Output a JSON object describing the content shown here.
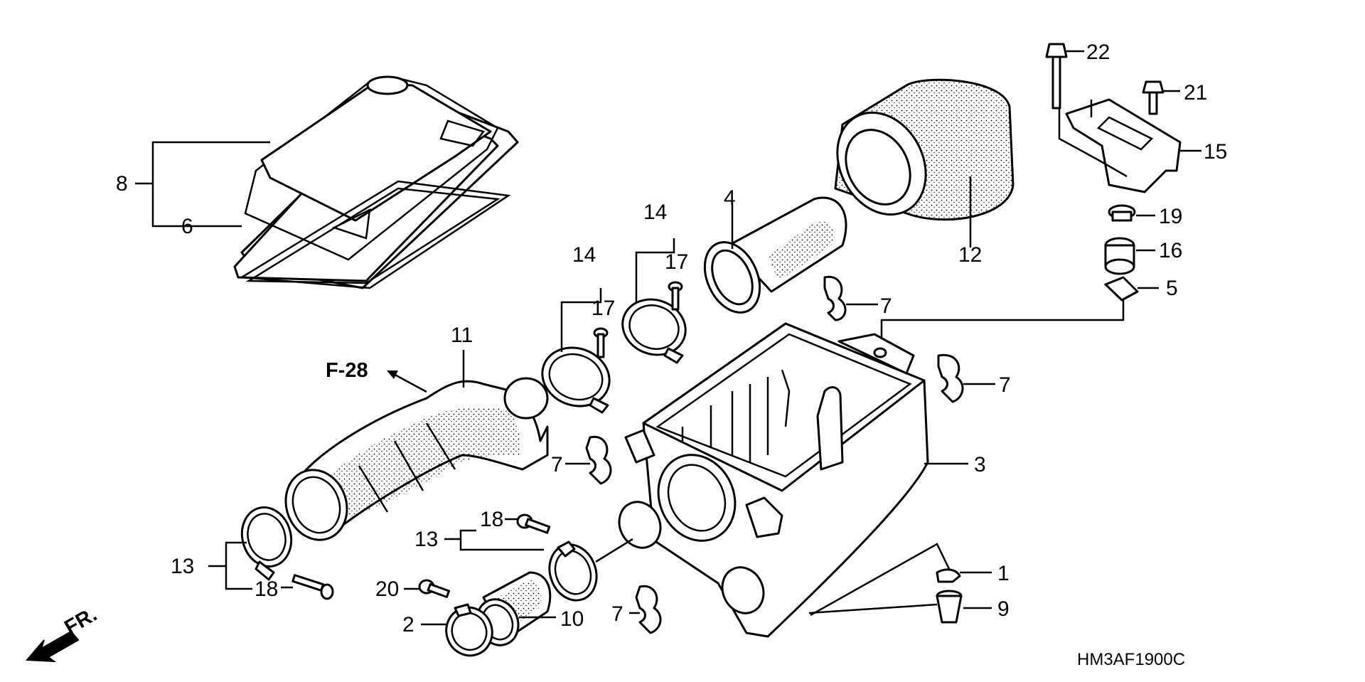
{
  "labels": {
    "l1": "1",
    "l2": "2",
    "l3": "3",
    "l4": "4",
    "l5": "5",
    "l6": "6",
    "l7a": "7",
    "l7b": "7",
    "l7c": "7",
    "l7d": "7",
    "l8": "8",
    "l9": "9",
    "l10": "10",
    "l11": "11",
    "l12": "12",
    "l13a": "13",
    "l13b": "13",
    "l14a": "14",
    "l14b": "14",
    "l15": "15",
    "l16": "16",
    "l17a": "17",
    "l17b": "17",
    "l18a": "18",
    "l18b": "18",
    "l19": "19",
    "l20": "20",
    "l21": "21",
    "l22": "22"
  },
  "reference": "F-28",
  "front_marker": "FR.",
  "diagram_code": "HM3AF1900C"
}
